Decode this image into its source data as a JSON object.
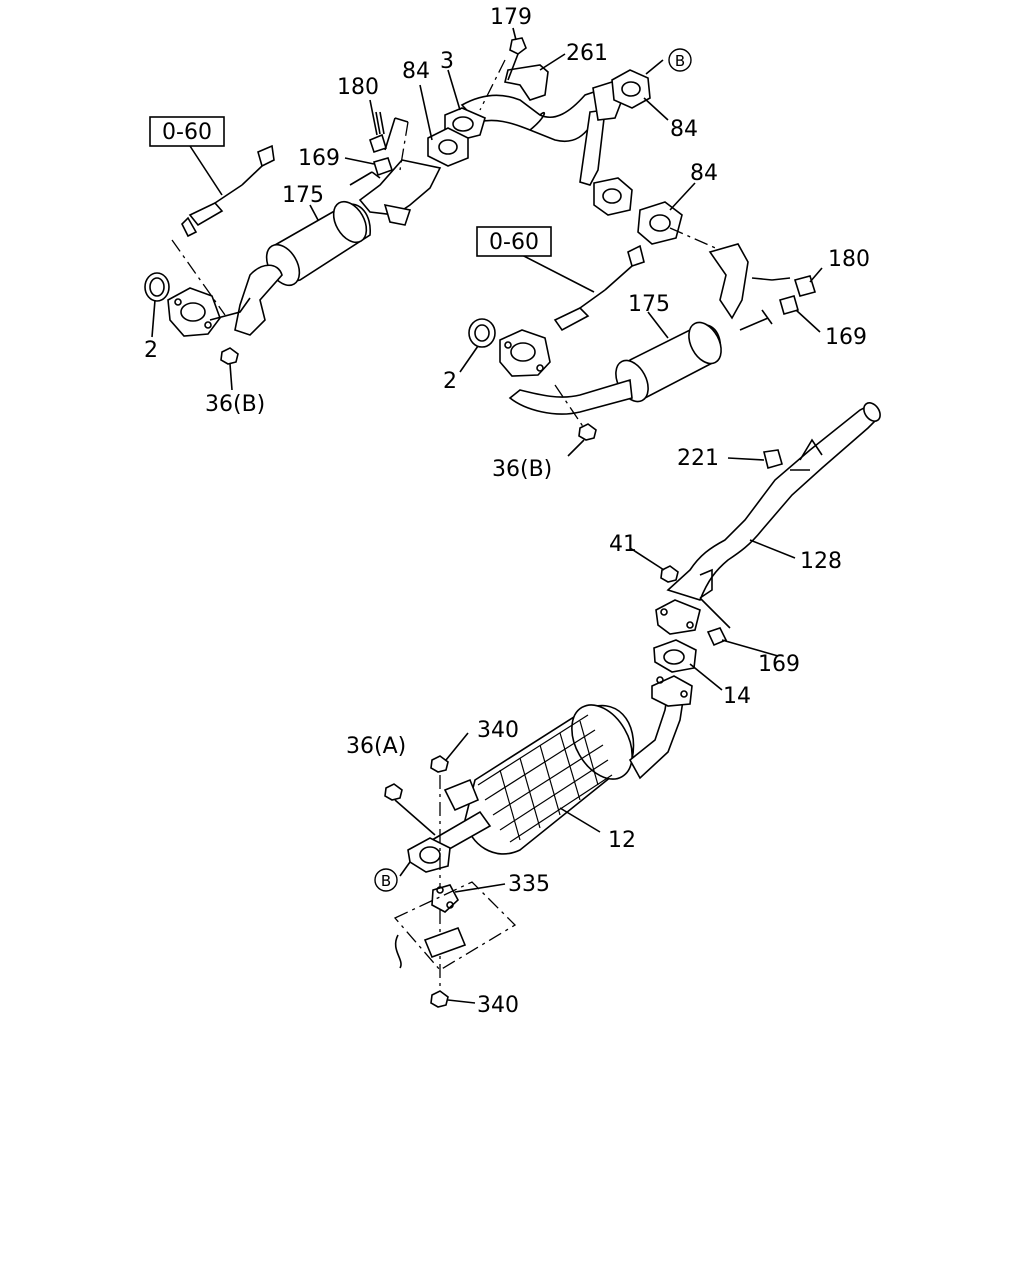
{
  "callouts": {
    "c179": "179",
    "c261": "261",
    "c3": "3",
    "c84a": "84",
    "c180a": "180",
    "c169a": "169",
    "c175a": "175",
    "c2a": "2",
    "c36ba": "36(B)",
    "c84b": "84",
    "c84c": "84",
    "c180b": "180",
    "c169b": "169",
    "c175b": "175",
    "c2b": "2",
    "c36bb": "36(B)",
    "c221": "221",
    "c41": "41",
    "c128": "128",
    "c169c": "169",
    "c14": "14",
    "c340a": "340",
    "c36a": "36(A)",
    "c12": "12",
    "c335": "335",
    "c340b": "340"
  },
  "refs": {
    "ref_a": "0-60",
    "ref_b": "0-60"
  },
  "markers": {
    "b_top": "B",
    "b_bottom": "B"
  }
}
